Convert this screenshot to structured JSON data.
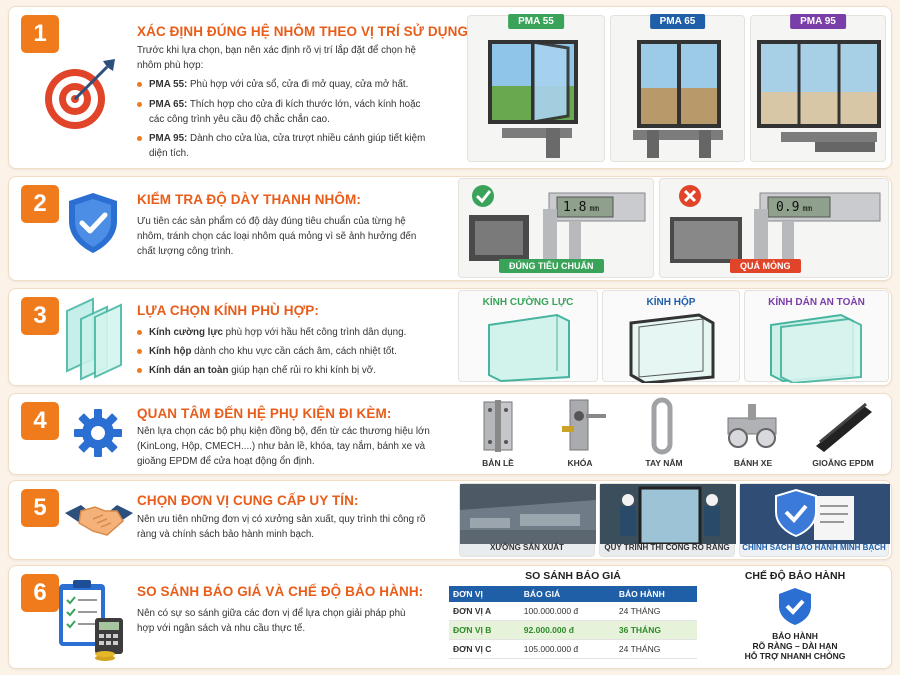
{
  "colors": {
    "accent": "#f07b1d",
    "title": "#e85d1a",
    "blue": "#1f5fa8",
    "green": "#3aa35a",
    "red": "#e0452a",
    "purple": "#7a3ea8"
  },
  "s1": {
    "num": "1",
    "title": "XÁC ĐỊNH ĐÚNG HỆ NHÔM THEO VỊ TRÍ SỬ DỤNG:",
    "intro": "Trước khi lựa chọn, bạn nên xác định rõ vị trí lắp đặt để chọn hệ nhôm phù hợp:",
    "items": [
      {
        "name": "PMA 55:",
        "text": " Phù hợp với cửa sổ, cửa đi mở quay, cửa mở hất."
      },
      {
        "name": "PMA 65:",
        "text": " Thích hợp cho cửa đi kích thước lớn, vách kính hoặc các công trình yêu cầu độ chắc chắn cao."
      },
      {
        "name": "PMA 95:",
        "text": " Dành cho cửa lùa, cửa trượt nhiều cánh giúp tiết kiệm diện tích."
      }
    ],
    "tags": [
      "PMA 55",
      "PMA 65",
      "PMA 95"
    ]
  },
  "s2": {
    "num": "2",
    "title": "KIỂM TRA ĐỘ DÀY THANH NHÔM:",
    "text": "Ưu tiên các sản phẩm có độ dày đúng tiêu chuẩn của từng hệ nhôm, tránh chọn các loại nhôm quá mỏng vì sẽ ảnh hưởng đến chất lượng công trình.",
    "good": {
      "reading": "1.8",
      "unit": "mm",
      "label": "ĐÚNG TIÊU CHUẨN"
    },
    "bad": {
      "reading": "0.9",
      "unit": "mm",
      "label": "QUÁ MỎNG"
    }
  },
  "s3": {
    "num": "3",
    "title": "LỰA CHỌN KÍNH PHÙ HỢP:",
    "items": [
      {
        "name": "Kính cường lực",
        "text": " phù hợp với hầu hết công trình dân dụng."
      },
      {
        "name": "Kính hộp",
        "text": " dành cho khu vực cần cách âm, cách nhiệt tốt."
      },
      {
        "name": "Kính dán an toàn",
        "text": " giúp hạn chế rủi ro khi kính bị vỡ."
      }
    ],
    "glass": [
      "KÍNH CƯỜNG LỰC",
      "KÍNH HỘP",
      "KÍNH DÁN AN TOÀN"
    ]
  },
  "s4": {
    "num": "4",
    "title": "QUAN TÂM ĐẾN HỆ PHỤ KIỆN ĐI KÈM:",
    "text": "Nên lựa chọn các bộ phụ kiện đồng bộ, đến từ các thương hiệu lớn (KinLong, Hộp, CMECH....) như bản lề, khóa, tay nắm, bánh xe và gioăng EPDM để cửa hoạt động ổn định.",
    "parts": [
      "BẢN LỀ",
      "KHÓA",
      "TAY NẮM",
      "BÁNH XE",
      "GIOĂNG EPDM"
    ]
  },
  "s5": {
    "num": "5",
    "title": "CHỌN ĐƠN VỊ CUNG CẤP UY TÍN:",
    "text": "Nên ưu tiên những đơn vị có xưởng sản xuất, quy trình thi công rõ ràng và chính sách bảo hành minh bạch.",
    "photos": [
      "XƯỞNG SẢN XUẤT",
      "QUY TRÌNH THI CÔNG RÕ RÀNG",
      "CHÍNH SÁCH BẢO HÀNH MINH BẠCH"
    ]
  },
  "s6": {
    "num": "6",
    "title": "SO SÁNH BÁO GIÁ VÀ CHẾ ĐỘ BẢO HÀNH:",
    "text": "Nên có sự so sánh giữa các đơn vị để lựa chọn giải pháp phù hợp với ngân sách và nhu cầu thực tế.",
    "table_title": "SO SÁNH BÁO GIÁ",
    "headers": [
      "ĐƠN VỊ",
      "BÁO GIÁ",
      "BẢO HÀNH"
    ],
    "rows": [
      [
        "ĐƠN VỊ A",
        "100.000.000 đ",
        "24 THÁNG"
      ],
      [
        "ĐƠN VỊ B",
        "92.000.000 đ",
        "36 THÁNG"
      ],
      [
        "ĐƠN VỊ C",
        "105.000.000 đ",
        "24 THÁNG"
      ]
    ],
    "warranty_title": "CHẾ ĐỘ BẢO HÀNH",
    "warranty_lines": [
      "BẢO HÀNH",
      "RÕ RÀNG – DÀI HẠN",
      "HỖ TRỢ NHANH CHÓNG"
    ]
  }
}
